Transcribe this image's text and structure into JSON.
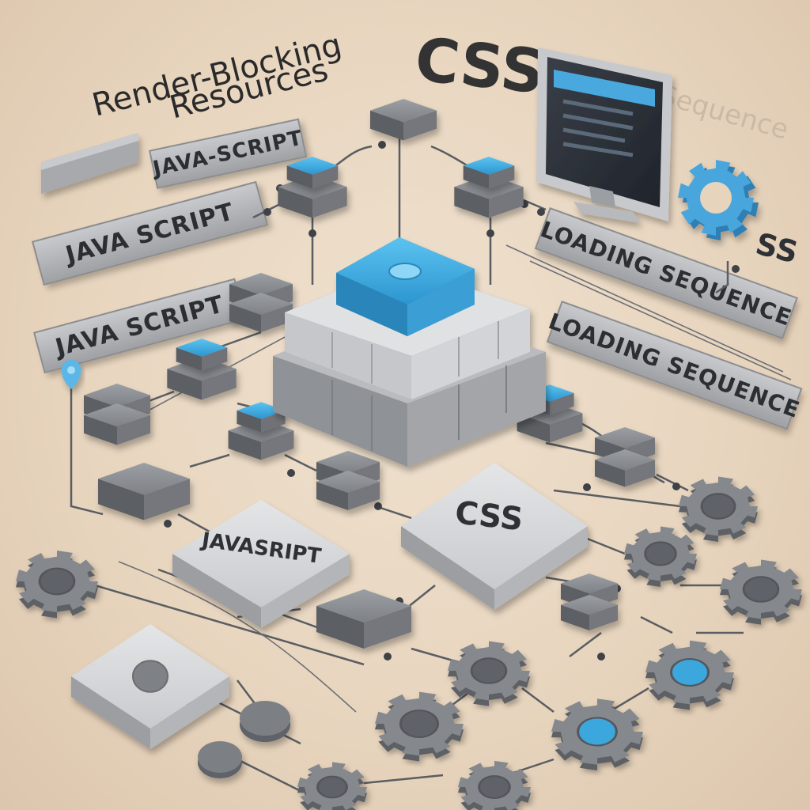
{
  "title": {
    "line1": "Render-Blocking",
    "line2": "Resources"
  },
  "header": {
    "css_label": "CSS",
    "faded_label": "Sequence",
    "gear_suffix": "SS"
  },
  "signs": {
    "javascript_upper": "JAVA-SCRIPT",
    "javascript_mid": "JAVA SCRIPT",
    "javascript_lower": "JAVA SCRIPT",
    "loading_sequence_1": "LOADING SEQUENCE",
    "loading_sequence_2": "LOADING SEQUENCE"
  },
  "plates": {
    "javascript": "JAVASRIPT",
    "css": "CSS"
  },
  "colors": {
    "accent_blue": "#3aa7dd",
    "block_gray": "#7d8085",
    "plate_light": "#d9dbde",
    "background": "#e9d7c1"
  }
}
